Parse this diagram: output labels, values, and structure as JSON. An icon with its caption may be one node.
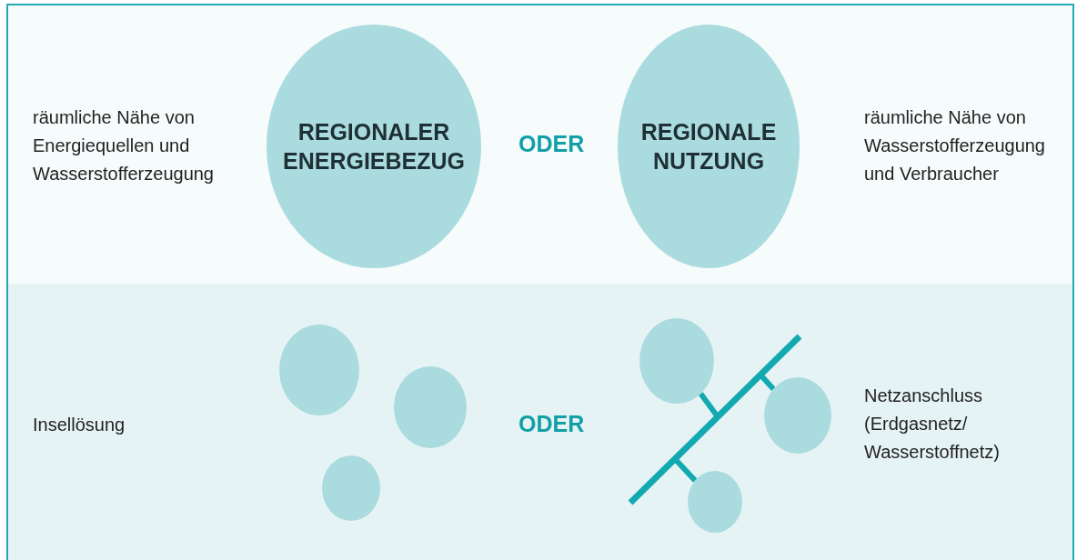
{
  "diagram": {
    "nodes": [
      {
        "text": [
          "REGIONALER ENERGIEBEZUG"
        ]
      },
      {
        "text": [
          "REGIONALE NUTZUNG"
        ]
      },
      {
        "text": [],
        "shape": "circle"
      },
      {
        "text": [],
        "shape": "circle"
      },
      {
        "text": [],
        "shape": "circle"
      },
      {
        "text": [],
        "shape": "circle"
      },
      {
        "text": [],
        "shape": "circle"
      },
      {
        "text": [],
        "shape": "circle"
      },
      {
        "text": [],
        "shape": "line"
      }
    ],
    "edges": [
      {
        "from": 5,
        "to": 8,
        "arrow": "none"
      },
      {
        "from": 6,
        "to": 8,
        "arrow": "none"
      },
      {
        "from": 7,
        "to": 8,
        "arrow": "none"
      }
    ],
    "labels": [
      "räumliche Nähe von Energiequellen und Wasserstofferzeugung",
      "ODER",
      "räumliche Nähe von Wasserstofferzeugung und Verbraucher",
      "Insellösung",
      "ODER",
      "Netzanschluss (Erdgasnetz/ Wasserstoffnetz)"
    ]
  }
}
